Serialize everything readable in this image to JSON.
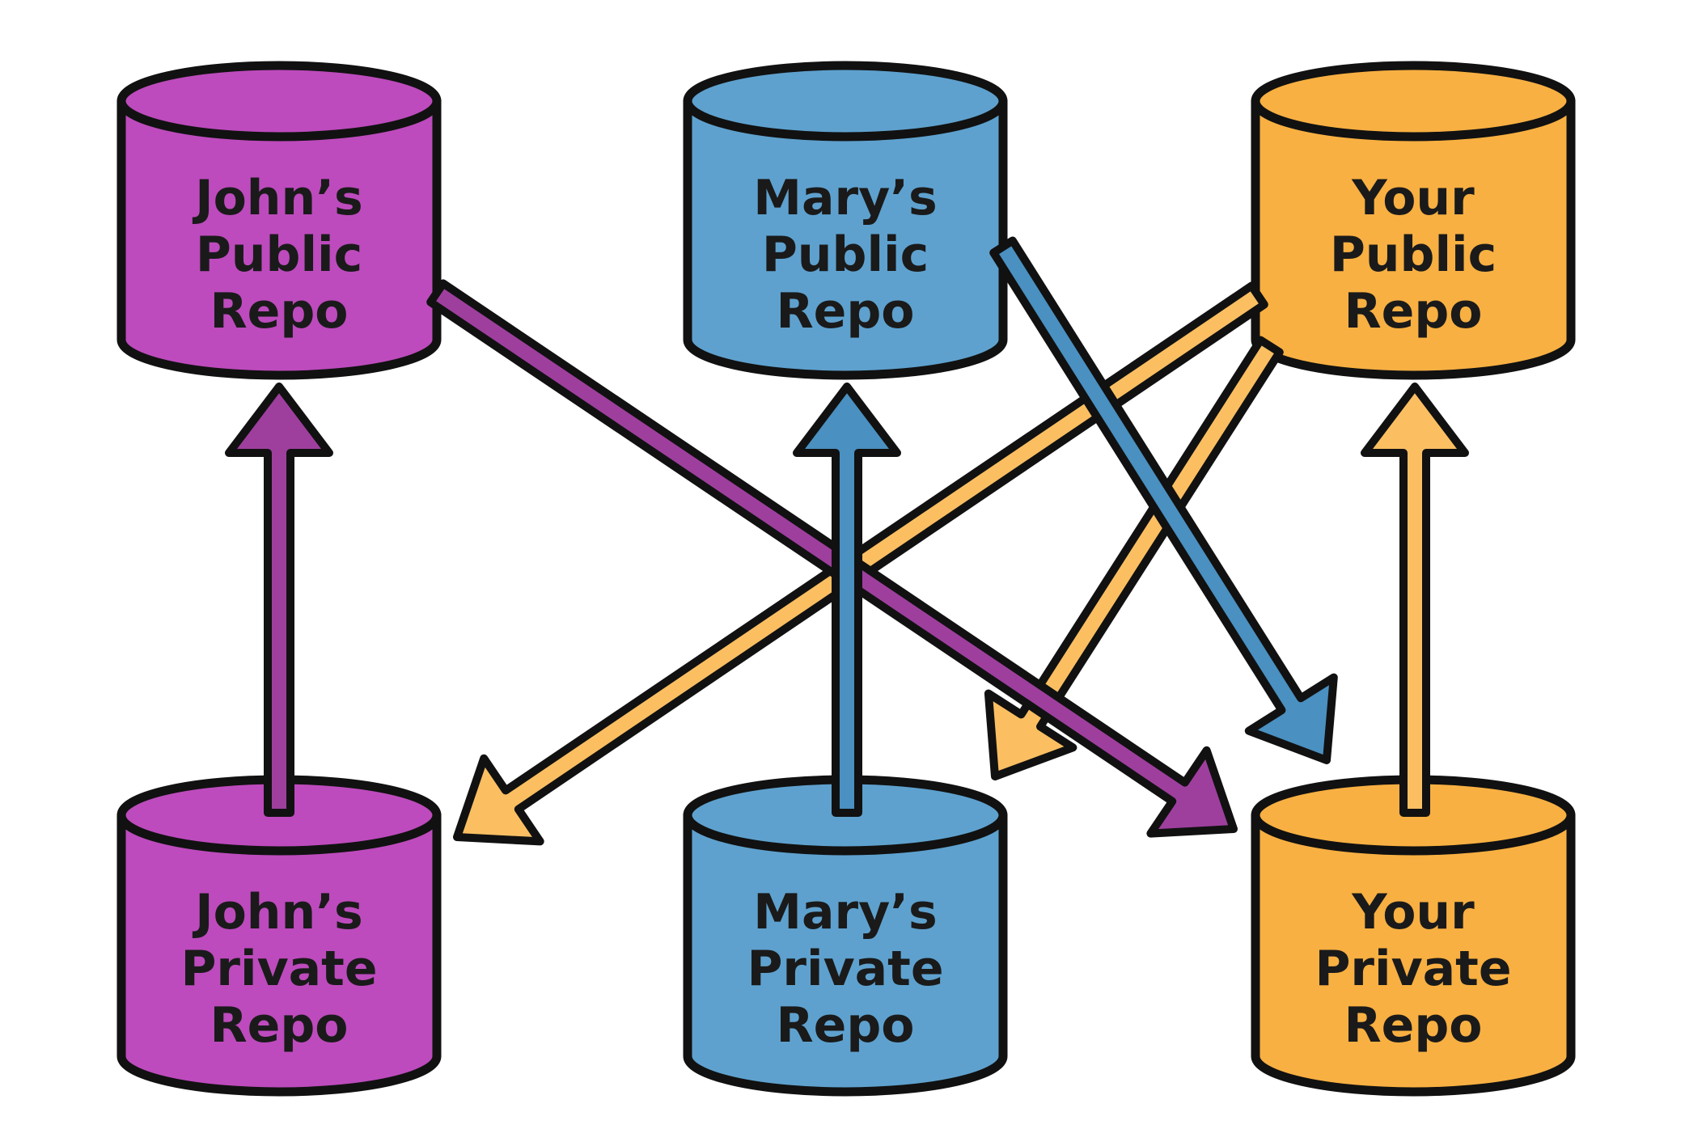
{
  "colors": {
    "john": "#bd4bbd",
    "john_arrow": "#9e3f9e",
    "mary": "#5ea1ce",
    "mary_arrow": "#4a90c0",
    "you": "#f8b042",
    "you_arrow": "#fbbf62",
    "outline": "#111111"
  },
  "repos": [
    {
      "id": "john-public",
      "owner": "john",
      "lines": [
        "John’s",
        "Public",
        "Repo"
      ]
    },
    {
      "id": "mary-public",
      "owner": "mary",
      "lines": [
        "Mary’s",
        "Public",
        "Repo"
      ]
    },
    {
      "id": "your-public",
      "owner": "you",
      "lines": [
        "Your",
        "Public",
        "Repo"
      ]
    },
    {
      "id": "john-private",
      "owner": "john",
      "lines": [
        "John’s",
        "Private",
        "Repo"
      ]
    },
    {
      "id": "mary-private",
      "owner": "mary",
      "lines": [
        "Mary’s",
        "Private",
        "Repo"
      ]
    },
    {
      "id": "your-private",
      "owner": "you",
      "lines": [
        "Your",
        "Private",
        "Repo"
      ]
    }
  ],
  "arrows": [
    {
      "id": "john-push",
      "from": "john-private",
      "to": "john-public",
      "owner": "john"
    },
    {
      "id": "mary-push",
      "from": "mary-private",
      "to": "mary-public",
      "owner": "mary"
    },
    {
      "id": "your-push",
      "from": "your-private",
      "to": "your-public",
      "owner": "you"
    },
    {
      "id": "john-to-your-private",
      "from": "john-public",
      "to": "your-private",
      "owner": "john"
    },
    {
      "id": "mary-to-your-private",
      "from": "mary-public",
      "to": "your-private",
      "owner": "mary"
    },
    {
      "id": "your-to-john-private",
      "from": "your-public",
      "to": "john-private",
      "owner": "you"
    },
    {
      "id": "your-to-mary-private",
      "from": "your-public",
      "to": "mary-private",
      "owner": "you"
    }
  ]
}
